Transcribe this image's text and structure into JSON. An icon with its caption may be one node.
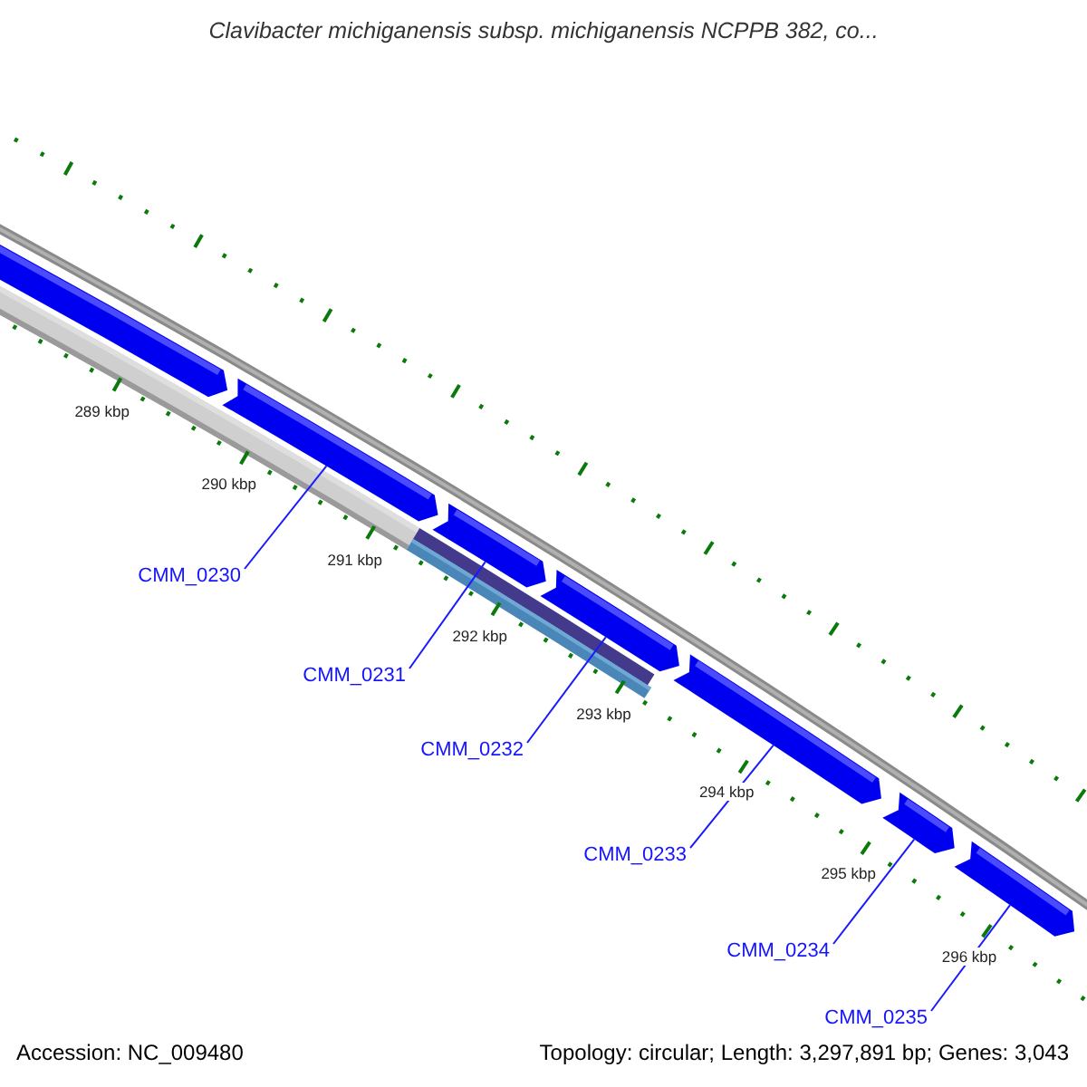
{
  "diagram": {
    "title": "Clavibacter michiganensis subsp. michiganensis NCPPB 382, co...",
    "nodes": [
      {
        "text": [],
        "shape": "bar"
      },
      {
        "text": [],
        "shape": "bar"
      },
      {
        "text": [],
        "shape": "bar"
      },
      {
        "text": [],
        "shape": "bar"
      },
      {
        "text": [],
        "shape": "bar"
      },
      {
        "text": [],
        "shape": "bar"
      },
      {
        "text": [],
        "shape": "bar"
      },
      {
        "text": [
          "CMM_0230"
        ]
      },
      {
        "text": [
          "CMM_0231"
        ]
      },
      {
        "text": [
          "CMM_0232"
        ]
      },
      {
        "text": [
          "CMM_0233"
        ]
      },
      {
        "text": [
          "CMM_0234"
        ]
      },
      {
        "text": [
          "CMM_0235"
        ]
      }
    ],
    "edges": [
      {
        "from": 7,
        "to": 1,
        "arrow": "none"
      },
      {
        "from": 8,
        "to": 2,
        "arrow": "none"
      },
      {
        "from": 9,
        "to": 3,
        "arrow": "none"
      },
      {
        "from": 10,
        "to": 4,
        "arrow": "none"
      },
      {
        "from": 11,
        "to": 5,
        "arrow": "none"
      },
      {
        "from": 12,
        "to": 6,
        "arrow": "none"
      }
    ],
    "labels": [
      "289 kbp",
      "290 kbp",
      "291 kbp",
      "292 kbp",
      "293 kbp",
      "294 kbp",
      "295 kbp",
      "296 kbp",
      "Accession: NC_009480",
      "Topology: circular; Length: 3,297,891 bp; Genes: 3,043"
    ]
  }
}
